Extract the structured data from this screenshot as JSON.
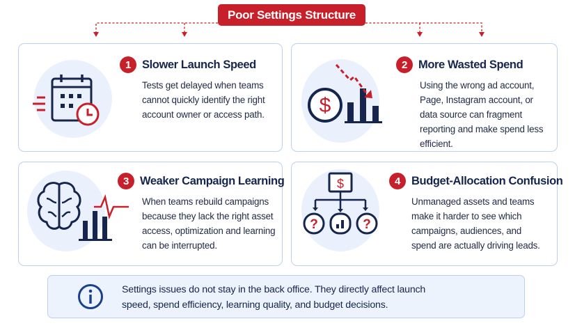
{
  "title": "Poor Settings Structure",
  "colors": {
    "accent": "#c8202a",
    "navy": "#16254d",
    "card_border": "#bcd0ee",
    "circle_bg": "#eaf1fc"
  },
  "cards": [
    {
      "number": "1",
      "heading": "Slower Launch Speed",
      "body": "Tests get delayed when teams cannot quickly identify the right account owner or access path.",
      "icon": "calendar-clock-icon"
    },
    {
      "number": "2",
      "heading": "More Wasted Spend",
      "body": "Using the wrong ad account, Page, Instagram account, or data source can fragment reporting and make spend less efficient.",
      "icon": "dollar-declining-chart-icon"
    },
    {
      "number": "3",
      "heading": "Weaker Campaign Learning",
      "body": "When teams rebuild campaigns because they lack the right asset access, optimization and learning can be interrupted.",
      "icon": "brain-chart-icon"
    },
    {
      "number": "4",
      "heading": "Budget-Allocation Confusion",
      "body": "Unmanaged assets and teams make it harder to see which campaigns, audiences, and spend are actually driving leads.",
      "icon": "budget-split-question-icon"
    }
  ],
  "note": {
    "icon": "info-icon",
    "text": "Settings issues do not stay in the back office. They directly affect launch speed, spend efficiency, learning quality, and budget decisions."
  }
}
